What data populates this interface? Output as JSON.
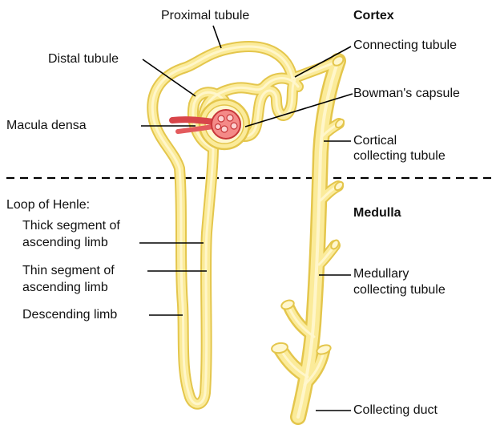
{
  "regions": {
    "cortex": "Cortex",
    "medulla": "Medulla"
  },
  "labels": {
    "proximal_tubule": "Proximal tubule",
    "distal_tubule": "Distal tubule",
    "macula_densa": "Macula densa",
    "connecting_tubule": "Connecting tubule",
    "bowmans_capsule": "Bowman's capsule",
    "cortical_collecting_tubule_1": "Cortical",
    "cortical_collecting_tubule_2": "collecting tubule",
    "loop_of_henle": "Loop of Henle:",
    "thick_segment_1": "Thick segment of",
    "thick_segment_2": "ascending limb",
    "thin_segment_1": "Thin segment of",
    "thin_segment_2": "ascending limb",
    "descending_limb": "Descending limb",
    "medullary_collecting_tubule_1": "Medullary",
    "medullary_collecting_tubule_2": "collecting tubule",
    "collecting_duct": "Collecting duct"
  },
  "colors": {
    "tubule_fill": "#fbeb9a",
    "tubule_outline": "#e4c64c",
    "tubule_highlight": "#fff7cf",
    "glomerulus_fill": "#f48a88",
    "glomerulus_outline": "#c8373a",
    "arteriole": "#d8454a",
    "leader_line": "#000000"
  }
}
